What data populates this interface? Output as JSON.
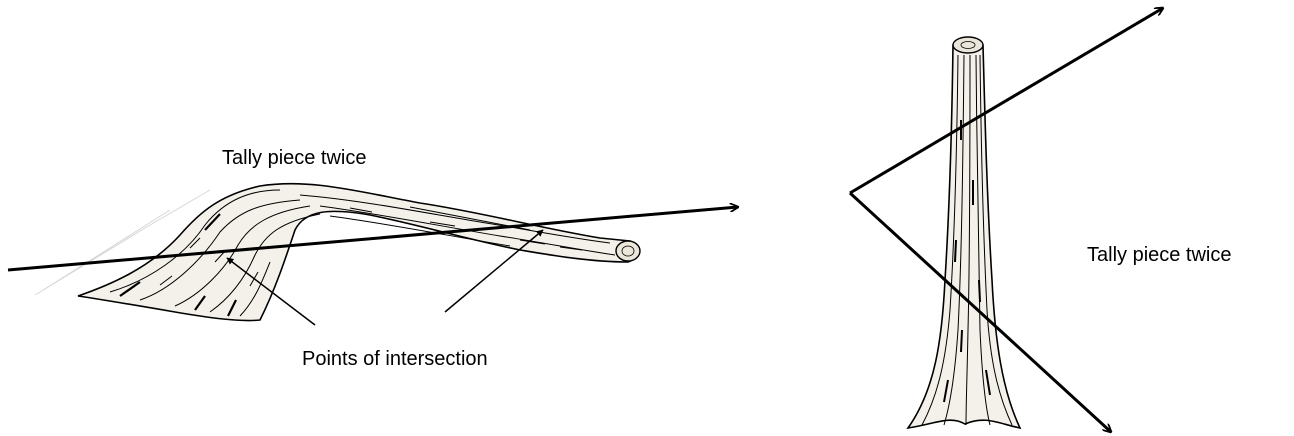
{
  "labels": {
    "left_tally": "Tally piece twice",
    "right_tally": "Tally piece twice",
    "intersection": "Points of intersection"
  },
  "figures": [
    {
      "name": "fallen-log",
      "description_icon": "log-lying-icon"
    },
    {
      "name": "standing-snag",
      "description_icon": "tree-trunk-icon"
    }
  ],
  "colors": {
    "ink": "#000000",
    "wood_fill": "#f4f1ea",
    "shadow": "#cfcfcf"
  }
}
